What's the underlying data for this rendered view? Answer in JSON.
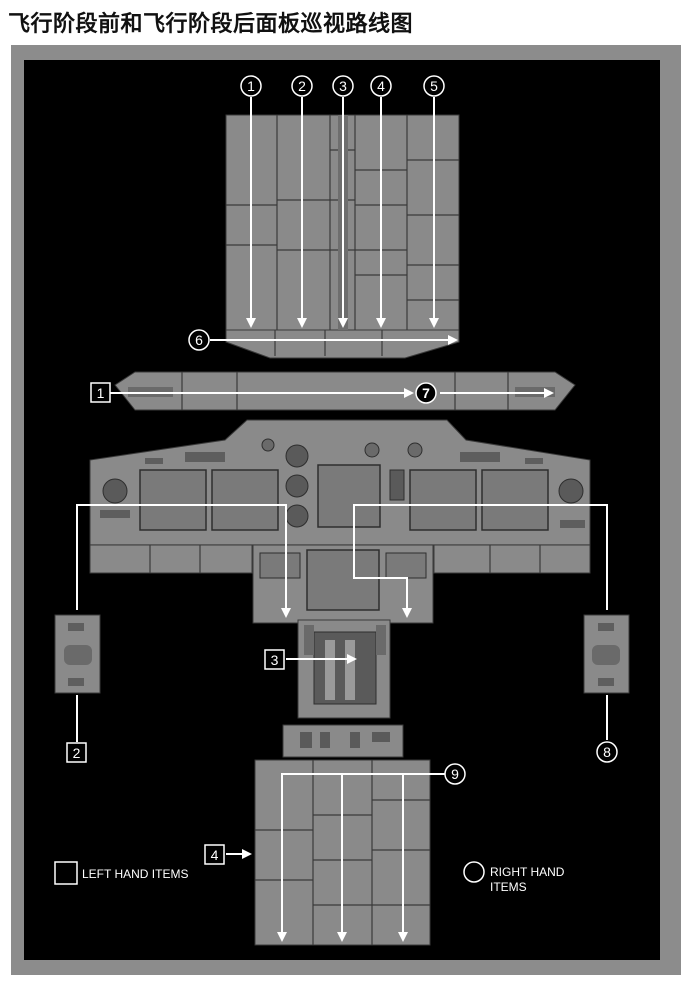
{
  "title": "飞行阶段前和飞行阶段后面板巡视路线图",
  "route_markers": {
    "circle_1": "1",
    "circle_2": "2",
    "circle_3": "3",
    "circle_4": "4",
    "circle_5": "5",
    "circle_6": "6",
    "circle_7": "7",
    "circle_8": "8",
    "circle_9": "9",
    "square_1": "1",
    "square_2": "2",
    "square_3": "3",
    "square_4": "4"
  },
  "legend": {
    "left_label": "LEFT HAND ITEMS",
    "right_label_line1": "RIGHT HAND",
    "right_label_line2": "ITEMS"
  },
  "colors": {
    "frame": "#8c8c8c",
    "background": "#000000",
    "panel": "#8a8a8a",
    "panel_line": "#3a3a3a",
    "arrow": "#ffffff"
  }
}
